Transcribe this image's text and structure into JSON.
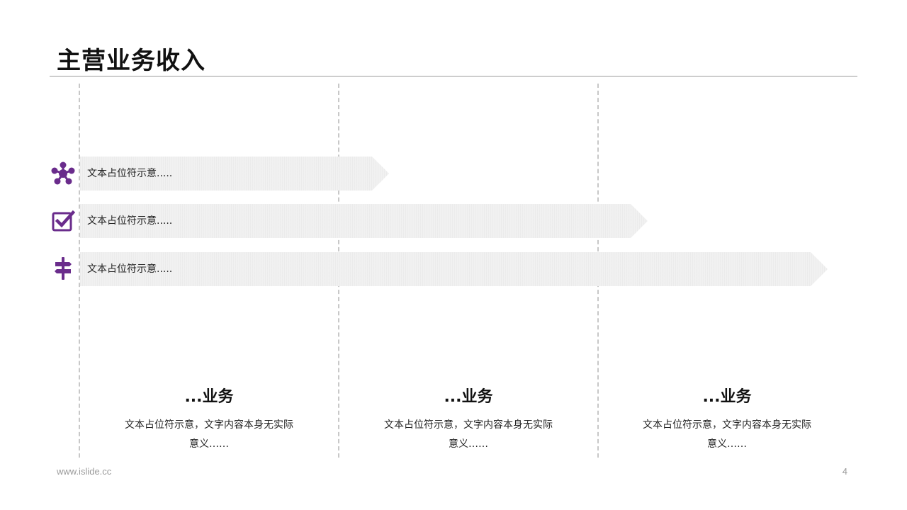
{
  "title": "主营业务收入",
  "accent_color": "#6a2c8c",
  "bars": [
    {
      "label": "文本占位符示意.....",
      "icon": "network-nodes-icon"
    },
    {
      "label": "文本占位符示意.....",
      "icon": "checkbox-checked-icon"
    },
    {
      "label": "文本占位符示意.....",
      "icon": "signpost-icon"
    }
  ],
  "columns": [
    {
      "title": "...业务",
      "desc_line1": "文本占位符示意，文字内容本身无实际",
      "desc_line2": "意义……"
    },
    {
      "title": "...业务",
      "desc_line1": "文本占位符示意，文字内容本身无实际",
      "desc_line2": "意义……"
    },
    {
      "title": "...业务",
      "desc_line1": "文本占位符示意，文字内容本身无实际",
      "desc_line2": "意义……"
    }
  ],
  "footer": {
    "website": "www.islide.cc",
    "page_number": "4"
  }
}
